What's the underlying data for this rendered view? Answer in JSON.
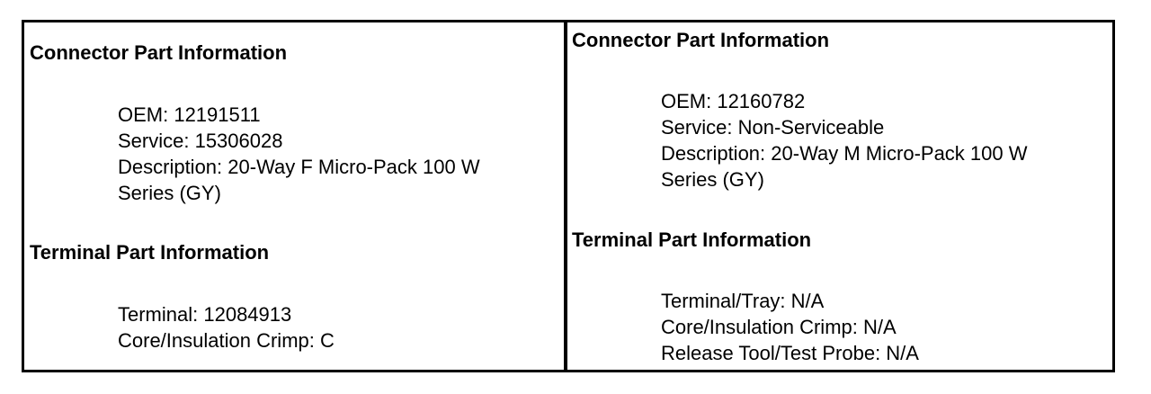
{
  "left": {
    "connector_heading": "Connector Part Information",
    "connector_lines": [
      "OEM: 12191511",
      "Service: 15306028",
      "Description: 20-Way F Micro-Pack 100 W",
      "Series (GY)"
    ],
    "terminal_heading": "Terminal Part Information",
    "terminal_lines": [
      "Terminal: 12084913",
      "Core/Insulation Crimp: C"
    ]
  },
  "right": {
    "connector_heading": "Connector Part Information",
    "connector_lines": [
      "OEM: 12160782",
      "Service: Non-Serviceable",
      "Description: 20-Way M Micro-Pack 100 W",
      "Series (GY)"
    ],
    "terminal_heading": "Terminal Part Information",
    "terminal_lines": [
      "Terminal/Tray: N/A",
      "Core/Insulation Crimp: N/A",
      "Release Tool/Test Probe: N/A"
    ]
  }
}
